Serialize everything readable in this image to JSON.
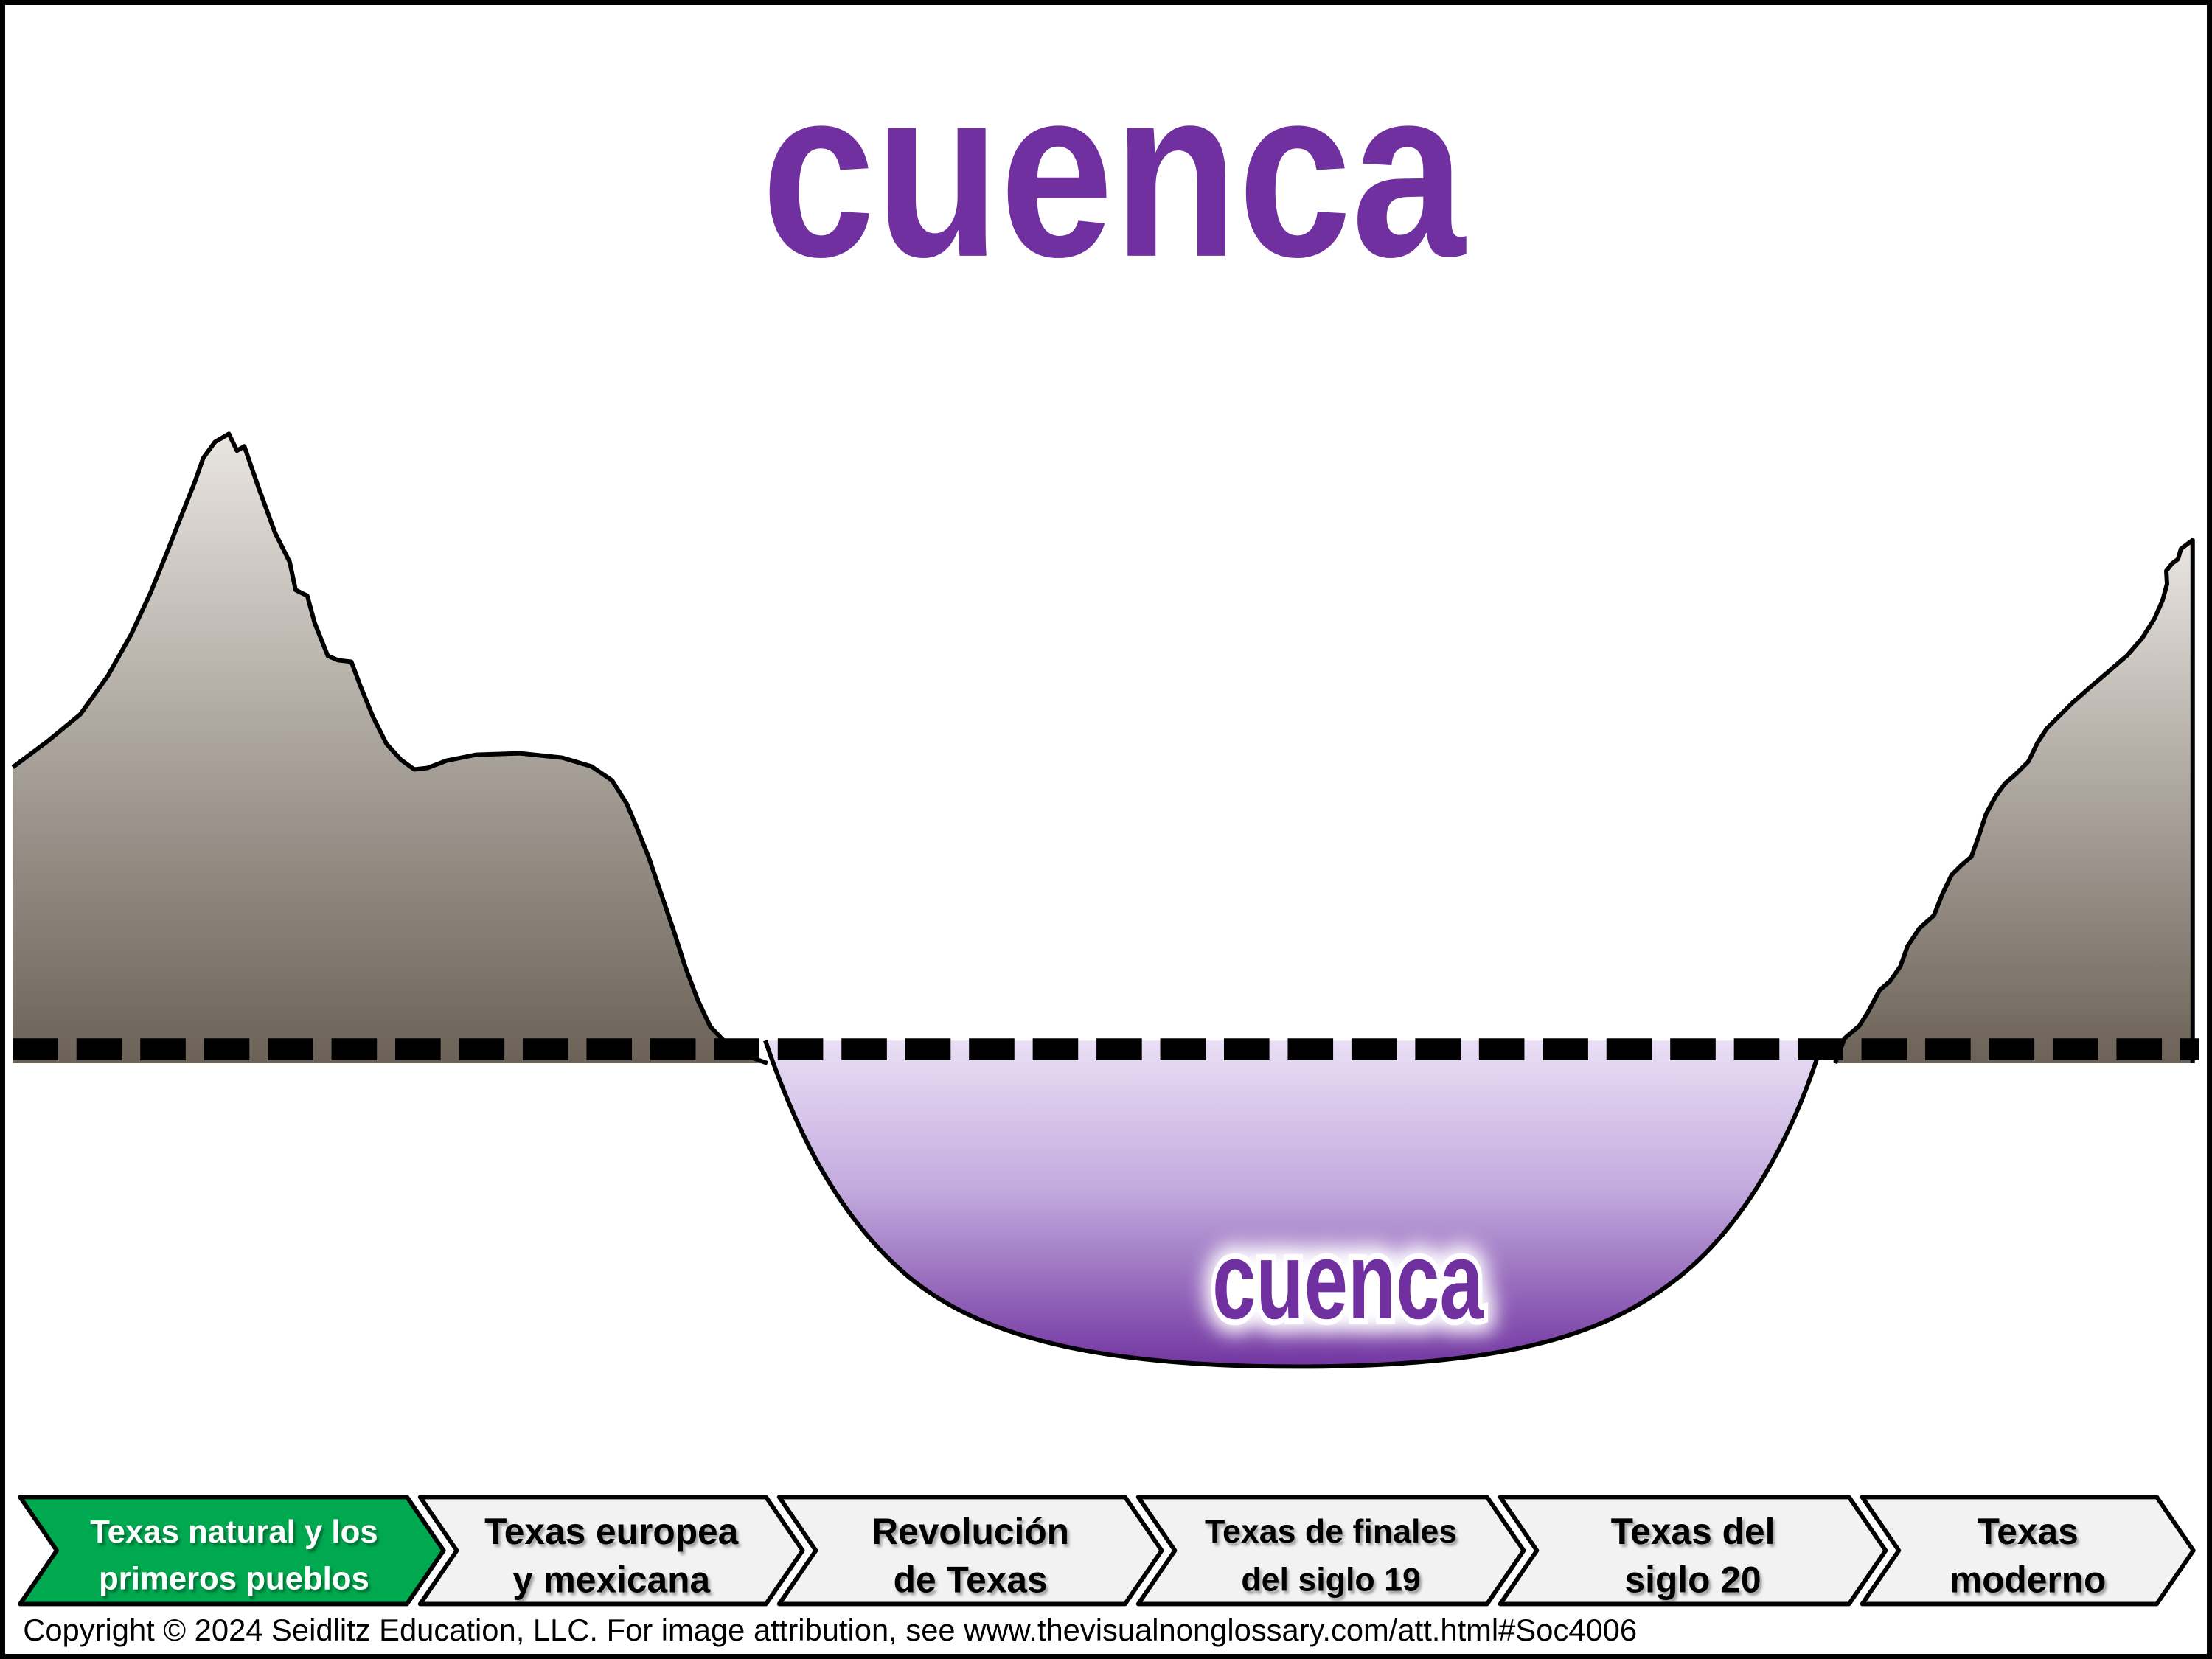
{
  "page": {
    "background": "#FFFFFF",
    "border_color": "#000000"
  },
  "title": {
    "text": "cuenca",
    "color": "#7030A0"
  },
  "diagram": {
    "basin_label": {
      "text": "cuenca",
      "color": "#7030A0",
      "glow_color": "#FFFFFF"
    },
    "sea_level_line": {
      "style": "dashed",
      "color": "#000000"
    },
    "mountain_color_top": "#E9E5E1",
    "mountain_color_bottom": "#6B6156",
    "basin_color_top": "#EADFF5",
    "basin_color_mid": "#C3ABDE",
    "basin_color_bottom": "#7134A0",
    "outline_color": "#000000"
  },
  "timeline_tabs": [
    {
      "line1": "Texas natural y los",
      "line2": "primeros pueblos",
      "active": true,
      "bg": "#00A84F",
      "text_color": "#FFFFFF"
    },
    {
      "line1": "Texas europea",
      "line2": "y mexicana",
      "active": false,
      "bg": "#F2F2F2",
      "text_color": "#000000"
    },
    {
      "line1": "Revolución",
      "line2": "de Texas",
      "active": false,
      "bg": "#F2F2F2",
      "text_color": "#000000"
    },
    {
      "line1": "Texas de finales",
      "line2": "del siglo 19",
      "active": false,
      "bg": "#F2F2F2",
      "text_color": "#000000"
    },
    {
      "line1": "Texas del",
      "line2": "siglo 20",
      "active": false,
      "bg": "#F2F2F2",
      "text_color": "#000000"
    },
    {
      "line1": "Texas",
      "line2": "moderno",
      "active": false,
      "bg": "#F2F2F2",
      "text_color": "#000000"
    }
  ],
  "footer": {
    "copyright": "Copyright © 2024 Seidlitz Education, LLC.  For image attribution, see www.thevisualnonglossary.com/att.html#Soc4006"
  }
}
